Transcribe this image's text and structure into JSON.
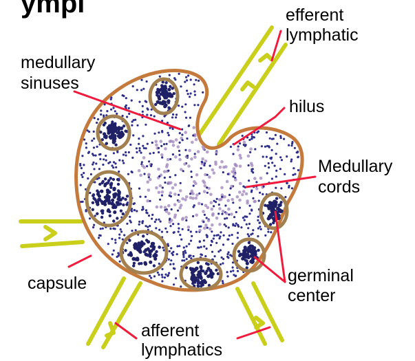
{
  "diagram": {
    "title_fragment": "ympl",
    "labels": {
      "efferent_lymphatic": [
        "efferent",
        "lymphatic"
      ],
      "medullary_sinuses": [
        "medullary",
        "sinuses"
      ],
      "hilus": "hilus",
      "medullary_cords": [
        "Medullary",
        "cords"
      ],
      "capsule": "capsule",
      "germinal_center": [
        "germinal",
        "center"
      ],
      "afferent_lymphatics": [
        "afferent",
        "lymphatics"
      ]
    },
    "colors": {
      "capsule": "#c47a3c",
      "follicle_ring": "#a3804f",
      "cells": "#2e2f8a",
      "sinus_cells": "#a48bbf",
      "vessels": "#c9cf1a",
      "leaders": "#f01a3c"
    }
  }
}
